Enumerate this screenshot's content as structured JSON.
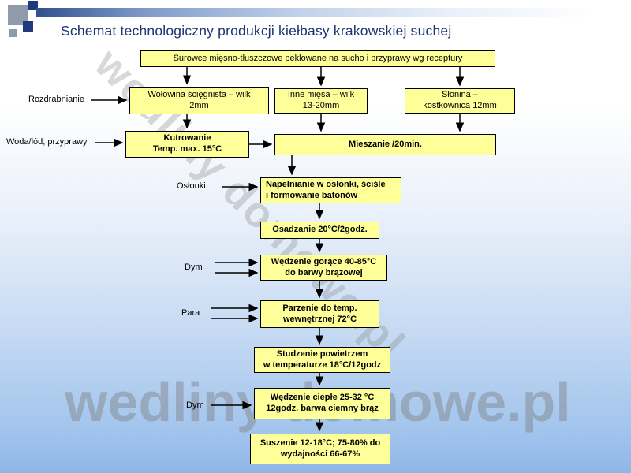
{
  "slide": {
    "title": "Schemat technologiczny produkcji kiełbasy krakowskiej suchej"
  },
  "flow": {
    "source": "Surowce mięsno-tłuszczowe peklowane na sucho i przyprawy wg receptury",
    "wolowina": "Wołowina ścięgnista –  wilk\n2mm",
    "inne_miesa": "Inne mięsa – wilk\n13-20mm",
    "slonina": "Słonina –\nkostkownica 12mm",
    "kutrowanie": "Kutrowanie\nTemp. max.  15°C",
    "mieszanie": "Mieszanie /20min.",
    "napelnianie": "Napełnianie w osłonki, ściśle\ni formowanie batonów",
    "osadzanie": "Osadzanie 20°C/2godz.",
    "wedzenie_gorace": "Wędzenie gorące 40-85°C\ndo barwy brązowej",
    "parzenie": "Parzenie do temp.\nwewnętrznej 72°C",
    "studzenie": "Studzenie powietrzem\nw temperaturze 18°C/12godz",
    "wedzenie_cieple": "Wędzenie ciepłe 25-32 °C\n12godz. barwa ciemny brąz",
    "suszenie": "Suszenie 12-18°C; 75-80% do\nwydajności 66-67%"
  },
  "side_labels": {
    "rozdrabnianie": "Rozdrabnianie",
    "woda": "Woda/lód; przyprawy",
    "oslonki": "Osłonki",
    "dym_gorace": "Dym",
    "para": "Para",
    "dym_cieple": "Dym"
  },
  "watermark": {
    "text": "wedliny domowe.pl"
  },
  "colors": {
    "box_fill": "#ffff99",
    "title_text": "#1c3473",
    "accent_navy": "#20397c"
  }
}
